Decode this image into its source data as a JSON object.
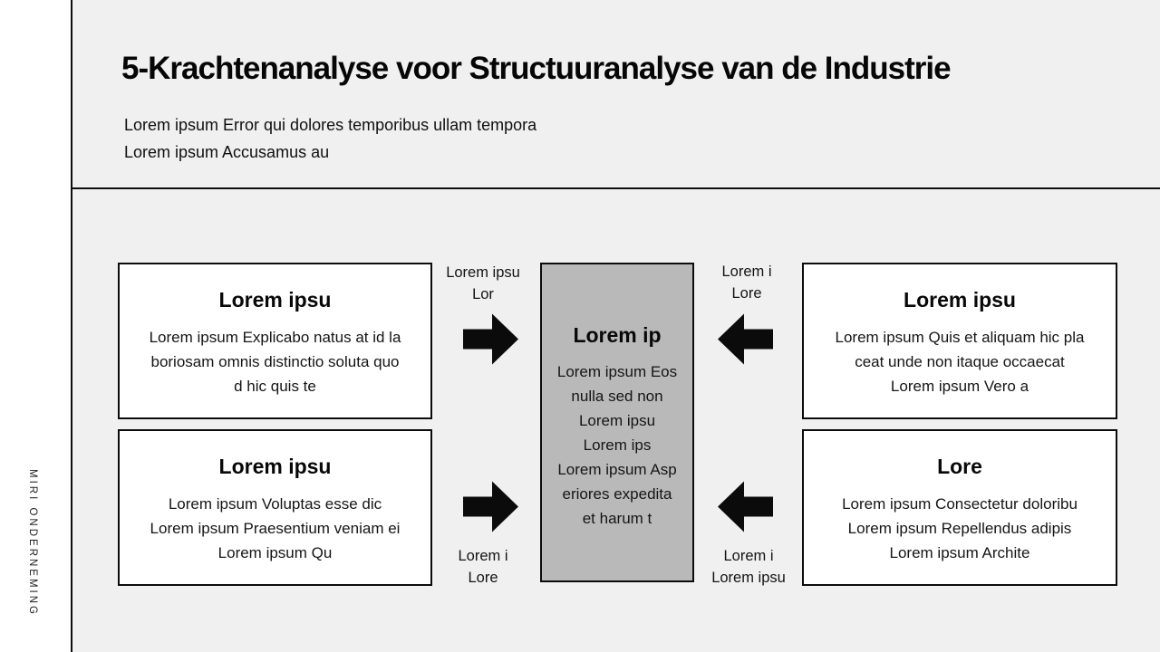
{
  "slide": {
    "sidebar": {
      "brand": "MIRI ONDERNEMING"
    },
    "header": {
      "title": "5-Krachtenanalyse voor Structuuranalyse van de Industrie",
      "subtitle_line1": "Lorem ipsum Error qui dolores temporibus ullam tempora",
      "subtitle_line2": "Lorem ipsum Accusamus au"
    },
    "colors": {
      "slide_background": "#f0f0f0",
      "sidebar_background": "#ffffff",
      "line_and_border": "#0e0e0e",
      "force_box_background": "#ffffff",
      "center_box_background": "#b9b9b9",
      "text": "#111111"
    },
    "diagram": {
      "boxes": {
        "top_left": {
          "title": "Lorem ipsu",
          "lines": [
            "Lorem ipsum Explicabo natus at id la",
            "boriosam omnis distinctio soluta quo",
            "d hic quis te"
          ]
        },
        "bottom_left": {
          "title": "Lorem ipsu",
          "lines": [
            "Lorem ipsum Voluptas esse dic",
            "Lorem ipsum Praesentium veniam ei",
            "Lorem ipsum Qu"
          ]
        },
        "center": {
          "title": "Lorem ip",
          "lines": [
            "Lorem ipsum Eos",
            "nulla sed non",
            "Lorem ipsu",
            "Lorem ips",
            "Lorem ipsum Asp",
            "eriores expedita",
            "et harum t"
          ]
        },
        "top_right": {
          "title": "Lorem ipsu",
          "lines": [
            "Lorem ipsum Quis et aliquam hic pla",
            "ceat unde non itaque occaecat",
            "Lorem ipsum Vero a"
          ]
        },
        "bottom_right": {
          "title": "Lore",
          "lines": [
            "Lorem ipsum Consectetur doloribu",
            "Lorem ipsum Repellendus adipis",
            "Lorem ipsum Archite"
          ]
        }
      },
      "arrow_labels": {
        "top_left": [
          "Lorem ipsu",
          "Lor"
        ],
        "top_right": [
          "Lorem i",
          "Lore"
        ],
        "bottom_left": [
          "Lorem i",
          "Lore"
        ],
        "bottom_right": [
          "Lorem i",
          "Lorem ipsu"
        ]
      }
    }
  }
}
